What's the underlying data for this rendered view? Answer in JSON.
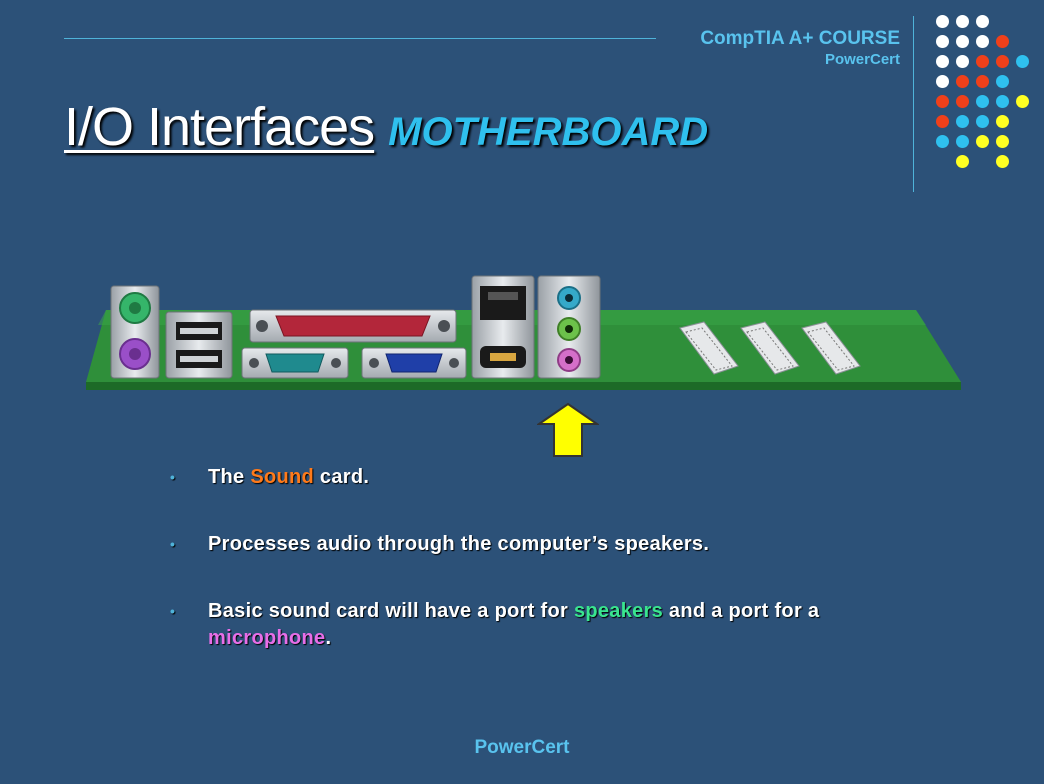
{
  "header": {
    "course_title": "CompTIA A+ COURSE",
    "brand": "PowerCert"
  },
  "title": {
    "main": "I/O Interfaces",
    "sub": "MOTHERBOARD"
  },
  "bullets": [
    {
      "before": "The ",
      "highlight": "Sound",
      "after": " card."
    },
    {
      "text": "Processes audio through the computer’s speakers."
    },
    {
      "before": "Basic sound card will have a port for ",
      "h1": "speakers",
      "middle": " and a port for a ",
      "h2": "microphone",
      "after": "."
    }
  ],
  "footer": {
    "brand": "PowerCert"
  },
  "colors": {
    "background": "#2c5178",
    "accent_blue": "#59c3ee",
    "highlight_orange": "#ff7a1a",
    "highlight_green": "#39e58f",
    "highlight_pink": "#e86ee8",
    "arrow_yellow": "#ffff00"
  },
  "illustration": {
    "subject": "motherboard rear I/O panel",
    "pointer": "yellow arrow pointing up at audio jacks"
  }
}
